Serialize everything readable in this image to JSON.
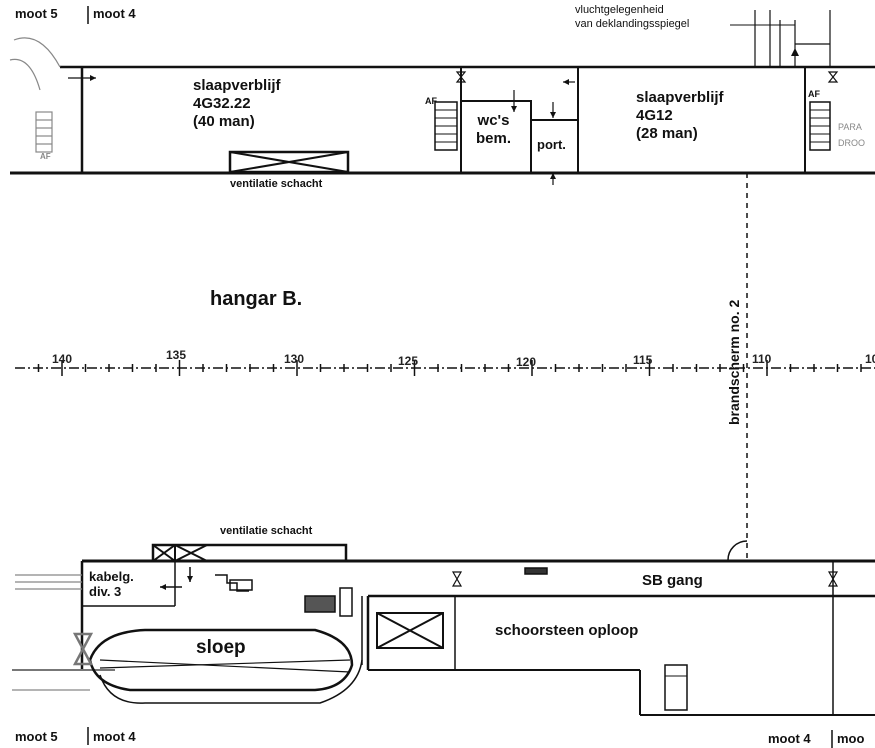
{
  "labels": {
    "moot_5_top": "moot 5",
    "moot_4_top": "moot 4",
    "escape_route_line1": "vluchtgelegenheid",
    "escape_route_line2": "van deklandingsspiegel",
    "sleeping_quarters_1": "slaapverblijf\n4G32.22\n(40 man)",
    "sleeping_quarters_2": "slaapverblijf\n4G12\n(28 man)",
    "af_left": "AF",
    "af_right": "AF",
    "af_far_left": "AF",
    "wcs": "wc's\nbem.",
    "porter": "port.",
    "ventilation_top": "ventilatie schacht",
    "hangar": "hangar B.",
    "fire_screen": "brandscherm no. 2",
    "ventilation_bottom": "ventilatie schacht",
    "cable_div": "kabelg.\ndiv. 3",
    "sb_corridor": "SB gang",
    "lifeboat": "sloep",
    "funnel": "schoorsteen oploop",
    "moot_5_bottom": "moot 5",
    "moot_4_bottom": "moot 4",
    "moot_4_bottom_right": "moot 4",
    "moot_partial": "moo",
    "parachute_partial_1": "PARA",
    "parachute_partial_2": "DROO"
  },
  "frame_numbers": [
    "140",
    "135",
    "130",
    "125",
    "120",
    "115",
    "110",
    "10"
  ]
}
